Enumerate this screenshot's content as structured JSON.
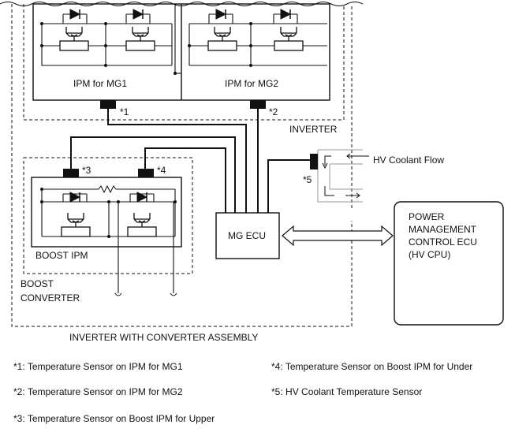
{
  "diagram": {
    "ipm_mg1_label": "IPM for MG1",
    "ipm_mg2_label": "IPM for MG2",
    "inverter_label": "INVERTER",
    "boost_ipm_label": "BOOST IPM",
    "boost_converter_line1": "BOOST",
    "boost_converter_line2": "CONVERTER",
    "mg_ecu_label": "MG ECU",
    "hv_coolant_flow_label": "HV Coolant Flow",
    "pmecu_line1": "POWER",
    "pmecu_line2": "MANAGEMENT",
    "pmecu_line3": "CONTROL ECU",
    "pmecu_line4": "(HV CPU)",
    "assembly_label": "INVERTER WITH CONVERTER ASSEMBLY",
    "sensor_marks": {
      "s1": "*1",
      "s2": "*2",
      "s3": "*3",
      "s4": "*4",
      "s5": "*5"
    }
  },
  "footnotes": [
    {
      "mark": "*1:",
      "text": "Temperature Sensor on IPM for MG1"
    },
    {
      "mark": "*2:",
      "text": "Temperature Sensor on IPM for MG2"
    },
    {
      "mark": "*3:",
      "text": "Temperature Sensor on Boost IPM for Upper"
    },
    {
      "mark": "*4:",
      "text": "Temperature Sensor on Boost IPM for Under"
    },
    {
      "mark": "*5:",
      "text": "HV Coolant Temperature Sensor"
    }
  ]
}
